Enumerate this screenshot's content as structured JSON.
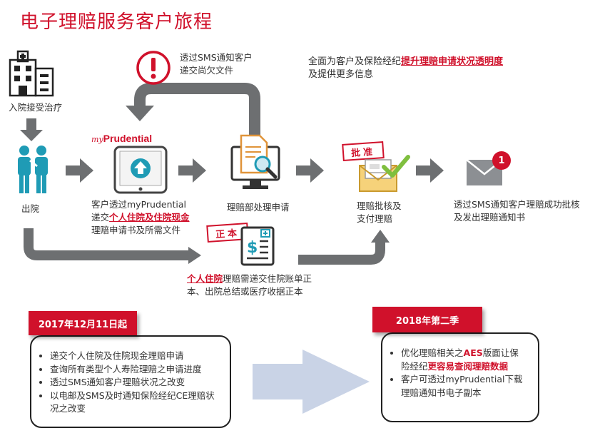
{
  "title": "电子理赔服务客户旅程",
  "colors": {
    "brand_red": "#d0112b",
    "arrow_gray": "#6d6f71",
    "light_arrow": "#c9d3e6",
    "icon_teal": "#1f9bb5"
  },
  "steps": {
    "hospital_label": "入院接受治疗",
    "discharge_label": "出院",
    "sms_notice_line1": "透过SMS通知客户",
    "sms_notice_line2": "递交尚欠文件",
    "transparency_pre": "全面为客户及保险经纪",
    "transparency_red": "提升理赔申请状况透明度",
    "transparency_line2": "及提供更多信息",
    "myprudential_logo_small": "my",
    "myprudential_logo_main": "Prudential",
    "submit_line1": "客户透过myPrudential",
    "submit_line2_pre": "递交",
    "submit_line2_red": "个人住院及住院现金",
    "submit_line3": "理赔申请书及所需文件",
    "dept_label": "理赔部处理申请",
    "approve_stamp": "批准",
    "approve_line1": "理赔批核及",
    "approve_line2": "支付理赔",
    "notify_line1": "透过SMS通知客户理赔成功批核",
    "notify_line2": "及发出理赔通知书",
    "notify_badge": "1",
    "original_stamp": "正本",
    "original_line1_red": "个人住院",
    "original_line1_rest": "理赔需递交住院账单正",
    "original_line2": "本、出院总结或医疗收据正本"
  },
  "phase1": {
    "tab": "2017年12月11日起",
    "items": [
      "递交个人住院及住院现金理赔申请",
      "查询所有类型个人寿险理赔之申请进度",
      "透过SMS通知客户理赔状况之改变",
      "以电邮及SMS及时通知保险经纪CE理赔状",
      "况之改变"
    ]
  },
  "phase2": {
    "tab": "2018年第二季",
    "item1_pre": "优化理赔相关之",
    "item1_red": "AES",
    "item1_rest": "版面让保",
    "item1_line2_pre": "险经纪",
    "item1_line2_red": "更容易查阅理赔数据",
    "item2_line1": "客户可透过myPrudential下载",
    "item2_line2": "理赔通知书电子副本"
  }
}
